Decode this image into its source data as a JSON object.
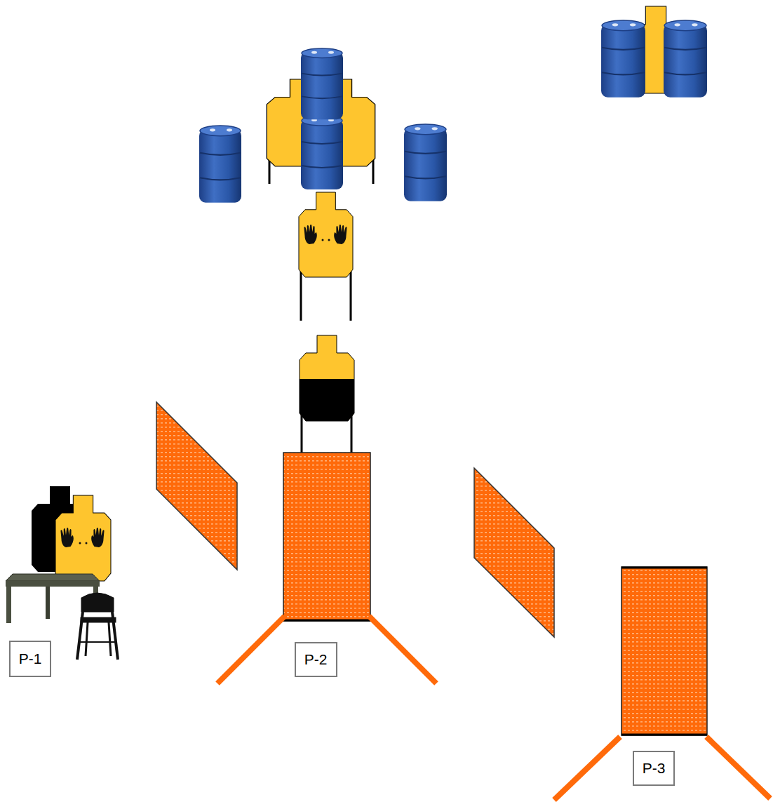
{
  "diagram": {
    "nodes": [
      {
        "text": [
          "P-1"
        ]
      },
      {
        "text": [
          "P-2"
        ]
      },
      {
        "text": [
          "P-3"
        ]
      }
    ]
  }
}
